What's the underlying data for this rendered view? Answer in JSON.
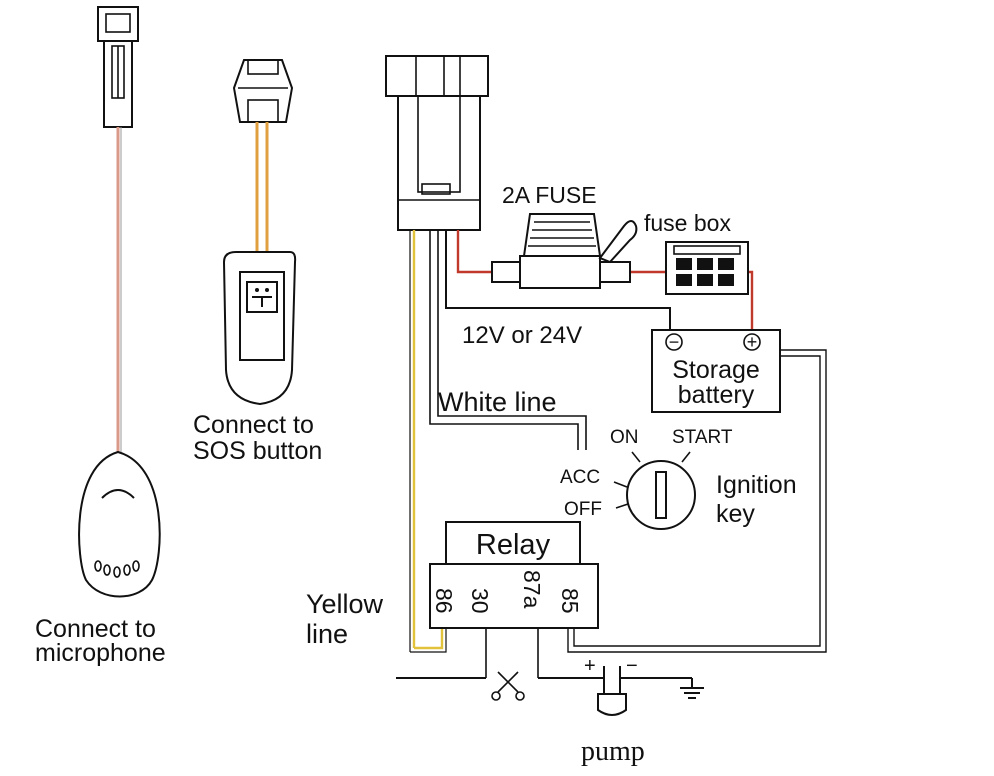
{
  "labels": {
    "fuse": "2A FUSE",
    "fuse_box": "fuse box",
    "voltage": "12V or 24V",
    "battery_line1": "Storage",
    "battery_line2": "battery",
    "battery_minus": "−",
    "battery_plus": "+",
    "white_line": "White line",
    "sos_line1": "Connect to",
    "sos_line2": "SOS button",
    "mic_line1": "Connect to",
    "mic_line2": "microphone",
    "on": "ON",
    "start": "START",
    "acc": "ACC",
    "off": "OFF",
    "ignition_line1": "Ignition",
    "ignition_line2": "key",
    "relay": "Relay",
    "pin_86": "86",
    "pin_30": "30",
    "pin_87a": "87a",
    "pin_85": "85",
    "yellow_line1": "Yellow",
    "yellow_line2": "line",
    "pump_plus": "+",
    "pump_minus": "−",
    "pump": "pump"
  },
  "colors": {
    "wire_red": "#c0392b",
    "wire_yellow": "#e2c23a",
    "wire_orange": "#e0a040",
    "wire_pink": "#d99a8a",
    "outline": "#111111"
  },
  "icons": {
    "sos": "sos-button-icon",
    "cut": "scissors-icon",
    "ground": "ground-icon"
  }
}
